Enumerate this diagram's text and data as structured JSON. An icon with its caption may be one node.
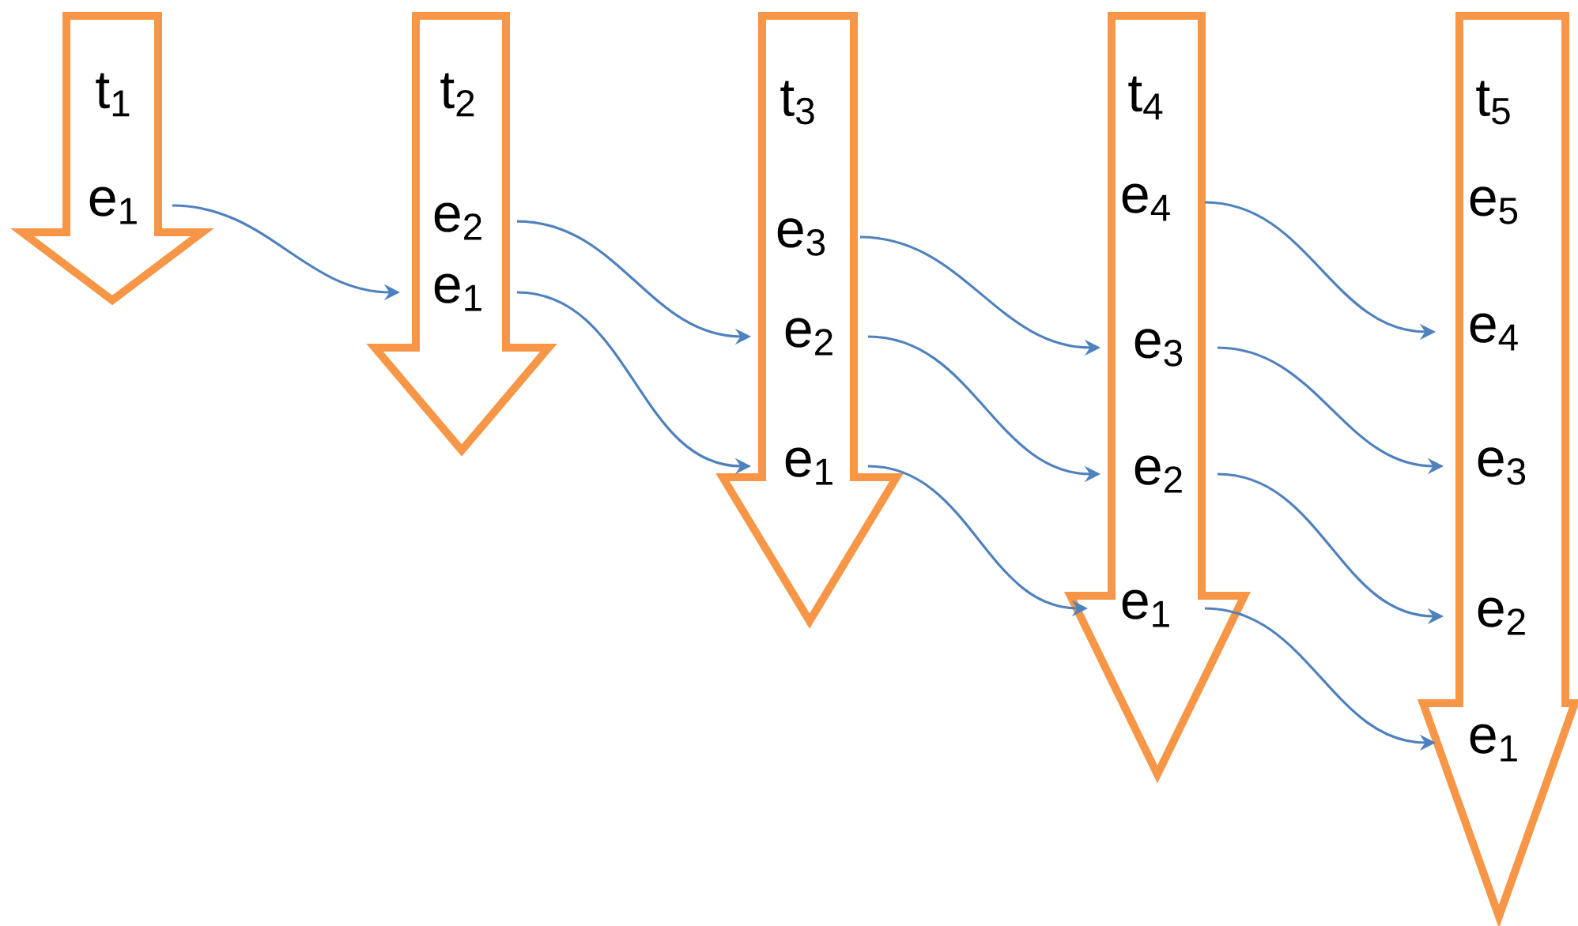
{
  "diagram": {
    "nodes": [
      {
        "text": [
          "t$_{1}$"
        ]
      },
      {
        "text": [
          "e$_{1}$"
        ],
        "in": 0
      },
      {
        "text": [
          "t$_{2}$"
        ]
      },
      {
        "text": [
          "e$_{2}$"
        ],
        "in": 2
      },
      {
        "text": [
          "e$_{1}$"
        ],
        "in": 2
      },
      {
        "text": [
          "t$_{3}$"
        ]
      },
      {
        "text": [
          "e$_{3}$"
        ],
        "in": 5
      },
      {
        "text": [
          "e$_{2}$"
        ],
        "in": 5
      },
      {
        "text": [
          "e$_{1}$"
        ],
        "in": 5
      },
      {
        "text": [
          "t$_{4}$"
        ]
      },
      {
        "text": [
          "e$_{4}$"
        ],
        "in": 9
      },
      {
        "text": [
          "e$_{3}$"
        ],
        "in": 9
      },
      {
        "text": [
          "e$_{2}$"
        ],
        "in": 9
      },
      {
        "text": [
          "e$_{1}$"
        ],
        "in": 9
      },
      {
        "text": [
          "t$_{5}$"
        ]
      },
      {
        "text": [
          "e$_{5}$"
        ],
        "in": 14
      },
      {
        "text": [
          "e$_{4}$"
        ],
        "in": 14
      },
      {
        "text": [
          "e$_{3}$"
        ],
        "in": 14
      },
      {
        "text": [
          "e$_{2}$"
        ],
        "in": 14
      },
      {
        "text": [
          "e$_{1}$"
        ],
        "in": 14
      }
    ],
    "edges": [
      {
        "from": 1,
        "to": 4,
        "arrow": "to"
      },
      {
        "from": 3,
        "to": 7,
        "arrow": "to"
      },
      {
        "from": 4,
        "to": 8,
        "arrow": "to"
      },
      {
        "from": 6,
        "to": 11,
        "arrow": "to"
      },
      {
        "from": 7,
        "to": 12,
        "arrow": "to"
      },
      {
        "from": 8,
        "to": 13,
        "arrow": "to"
      },
      {
        "from": 10,
        "to": 16,
        "arrow": "to"
      },
      {
        "from": 11,
        "to": 17,
        "arrow": "to"
      },
      {
        "from": 12,
        "to": 18,
        "arrow": "to"
      },
      {
        "from": 13,
        "to": 19,
        "arrow": "to"
      }
    ]
  }
}
